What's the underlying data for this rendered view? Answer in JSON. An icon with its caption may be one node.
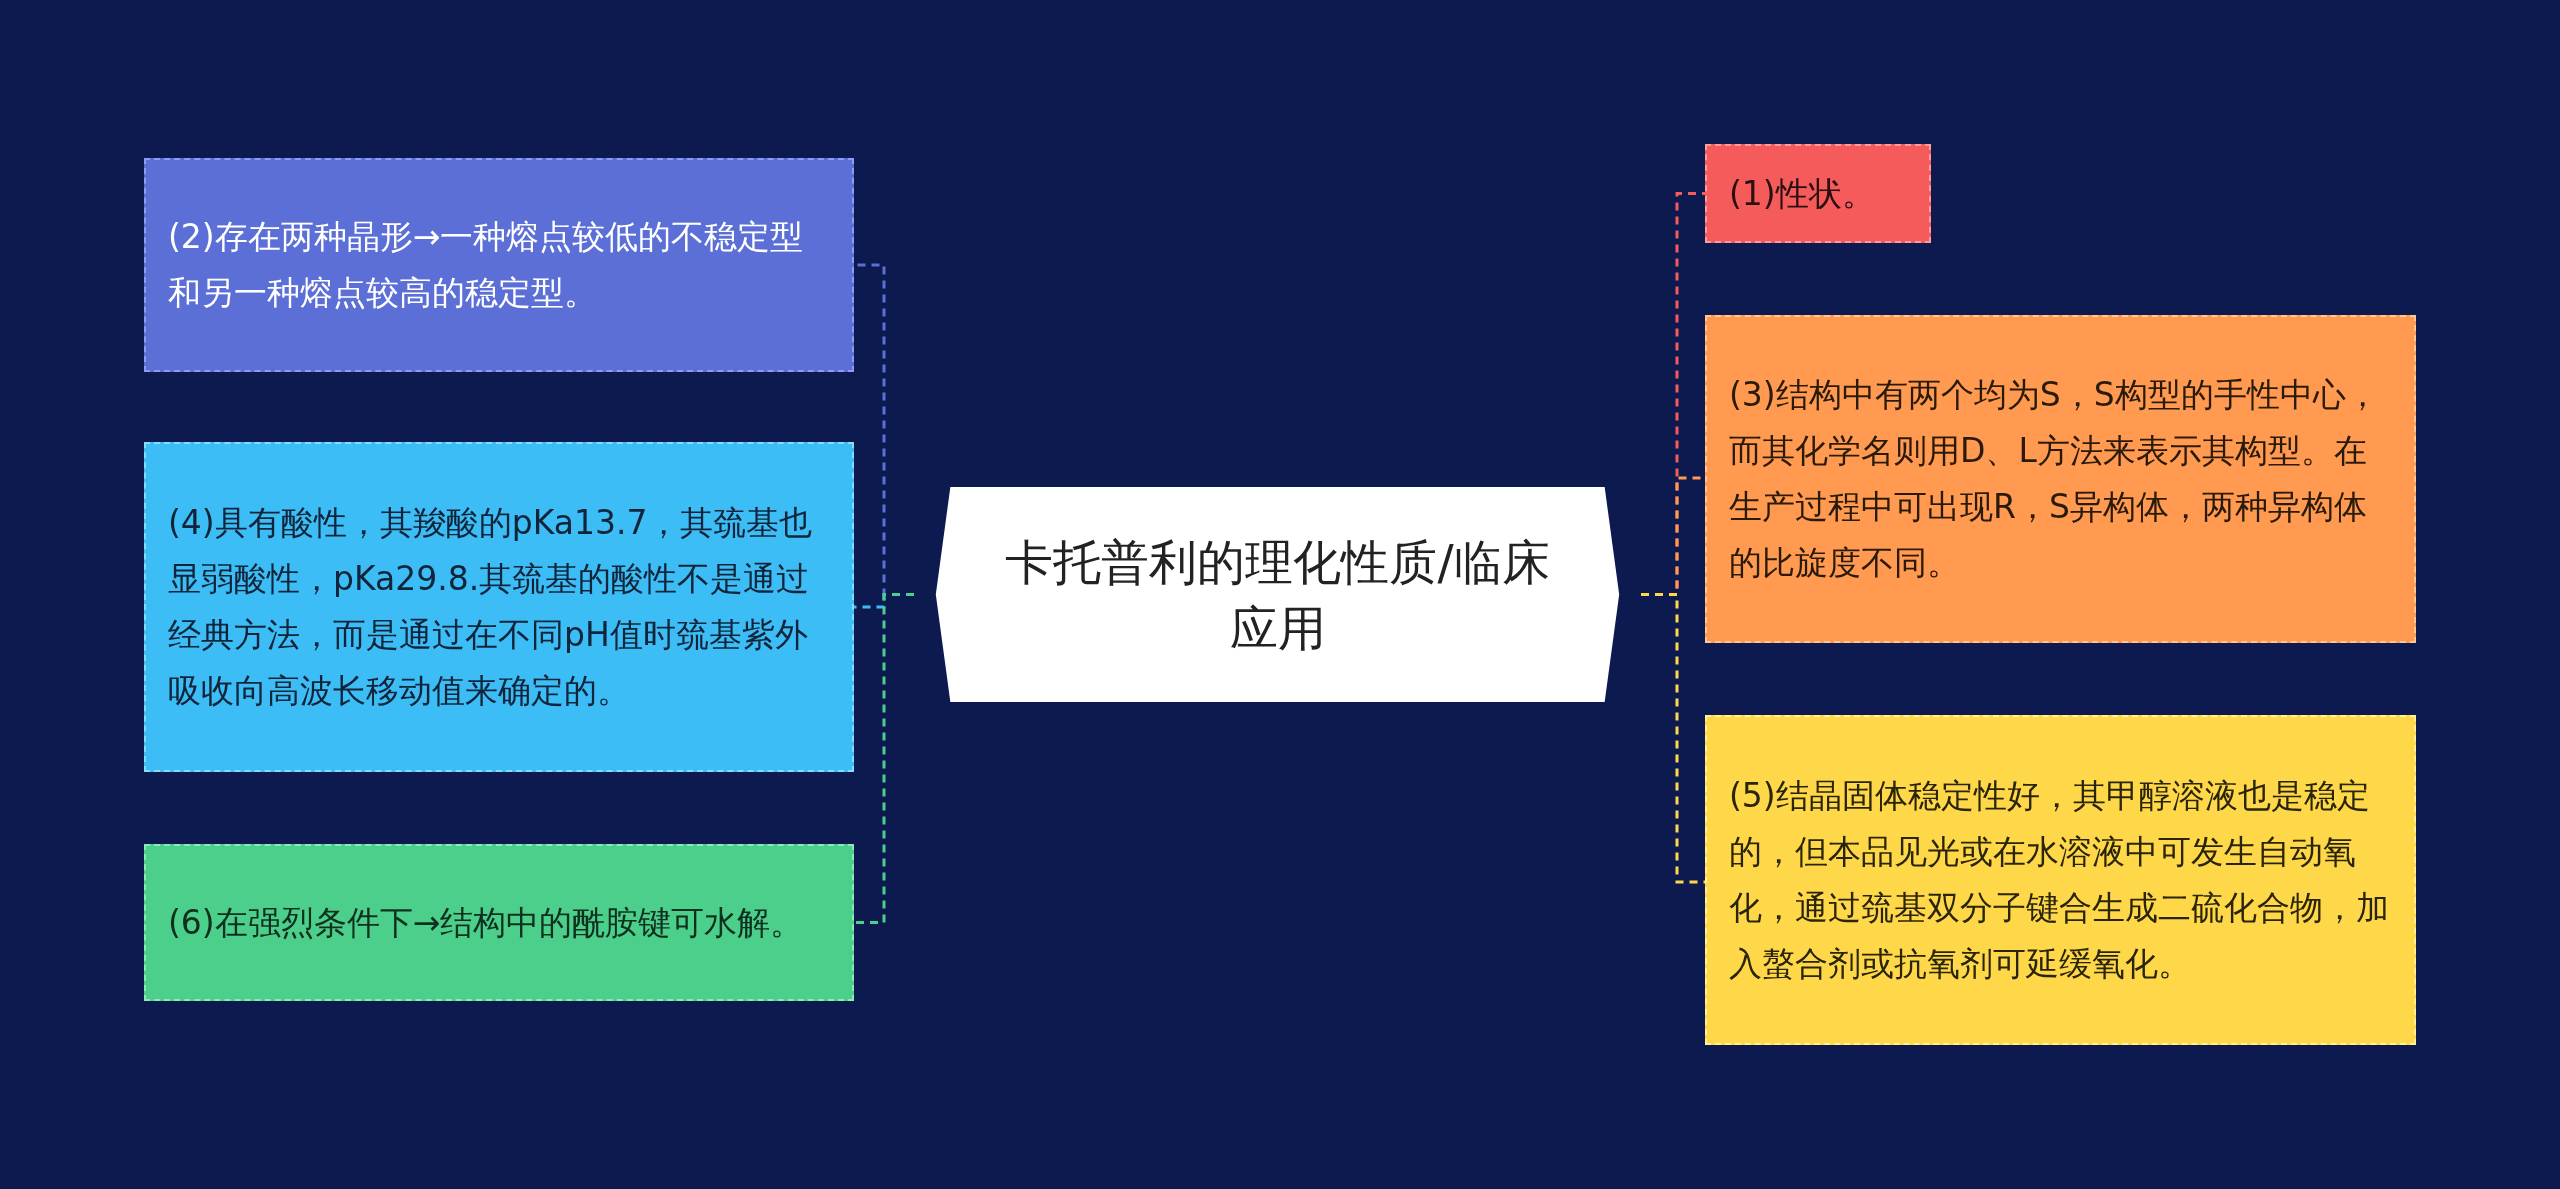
{
  "diagram": {
    "nodes": [
      {
        "text": [
          "卡托普利的理化性质/临床应用"
        ]
      },
      {
        "text": [
          "(2)存在两种晶形→一种熔点较低的不稳定型和另一种熔点较高的稳定型。"
        ]
      },
      {
        "text": [
          "(4)具有酸性，其羧酸的pKa13.7，其巯基也显弱酸性，pKa29.8.其巯基的酸性不是通过经典方法，而是通过在不同pH值时巯基紫外吸收向高波长移动值来确定的。"
        ]
      },
      {
        "text": [
          "(6)在强烈条件下→结构中的酰胺键可水解。"
        ]
      },
      {
        "text": [
          "(1)性状。"
        ]
      },
      {
        "text": [
          "(3)结构中有两个均为S，S构型的手性中心，而其化学名则用D、L方法来表示其构型。在生产过程中可出现R，S异构体，两种异构体的比旋度不同。"
        ]
      },
      {
        "text": [
          "(5)结晶固体稳定性好，其甲醇溶液也是稳定的，但本品见光或在水溶液中可发生自动氧化，通过巯基双分子键合生成二硫化合物，加入螯合剂或抗氧剂可延缓氧化。"
        ]
      }
    ],
    "edges": [
      {
        "from": 0,
        "to": 1,
        "arrow": "none",
        "style": "dashed",
        "color": "#5b6fd6"
      },
      {
        "from": 0,
        "to": 2,
        "arrow": "none",
        "style": "dashed",
        "color": "#3dbdf5"
      },
      {
        "from": 0,
        "to": 3,
        "arrow": "none",
        "style": "dashed",
        "color": "#4ccf8a"
      },
      {
        "from": 0,
        "to": 4,
        "arrow": "none",
        "style": "dashed",
        "color": "#f65b5b"
      },
      {
        "from": 0,
        "to": 5,
        "arrow": "none",
        "style": "dashed",
        "color": "#ff9a50"
      },
      {
        "from": 0,
        "to": 6,
        "arrow": "none",
        "style": "dashed",
        "color": "#ffd84a"
      }
    ]
  }
}
